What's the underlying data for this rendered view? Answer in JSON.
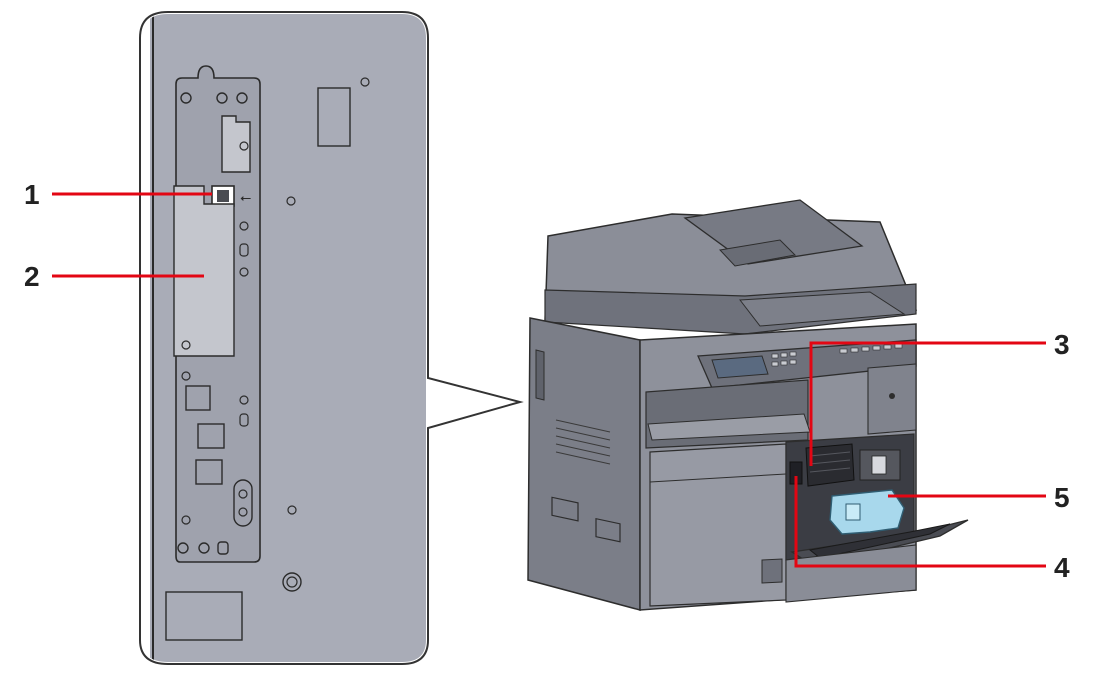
{
  "callouts": [
    {
      "id": "1",
      "label": "1"
    },
    {
      "id": "2",
      "label": "2"
    },
    {
      "id": "3",
      "label": "3"
    },
    {
      "id": "4",
      "label": "4"
    },
    {
      "id": "5",
      "label": "5"
    }
  ],
  "colors": {
    "leader_line": "#e30613",
    "panel_fill": "#a9acb7",
    "machine_body": "#7e818b",
    "highlight_part": "#a8d8ec"
  }
}
